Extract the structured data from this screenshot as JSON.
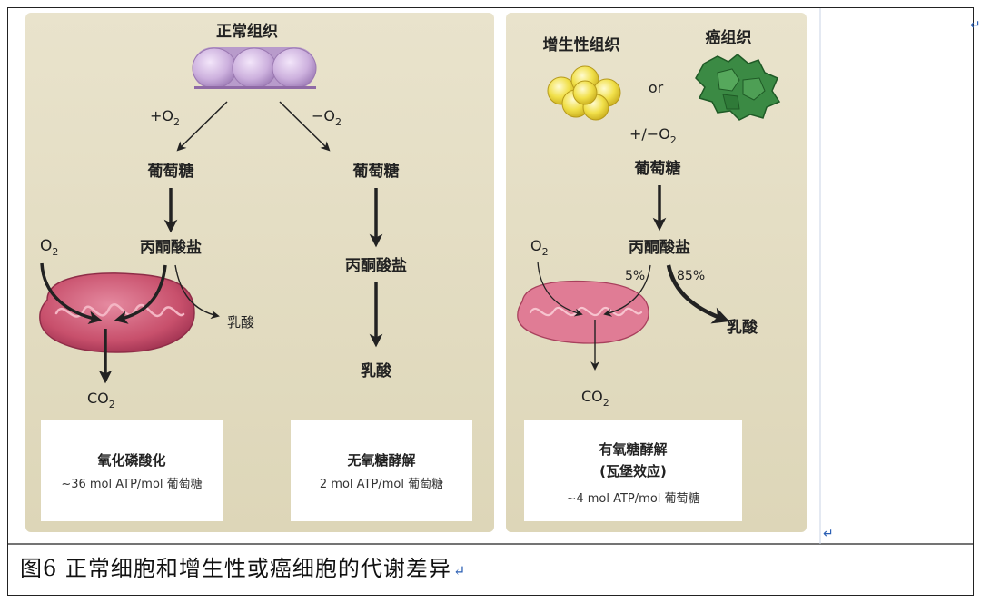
{
  "left_panel": {
    "title": "正常组织",
    "plus_o2": "+O",
    "minus_o2": "−O",
    "o2_sub": "2",
    "glucose_left": "葡萄糖",
    "glucose_right": "葡萄糖",
    "pyruvate_left": "丙酮酸盐",
    "pyruvate_right": "丙酮酸盐",
    "o2_in": "O",
    "lactate_small": "乳酸",
    "lactate_right": "乳酸",
    "co2": "CO",
    "box1_title": "氧化磷酸化",
    "box1_sub": "~36 mol ATP/mol 葡萄糖",
    "box2_title": "无氧糖酵解",
    "box2_sub": "2 mol ATP/mol 葡萄糖"
  },
  "right_panel": {
    "prolif_title": "增生性组织",
    "or": "or",
    "tumor_title": "癌组织",
    "pm_o2": "+/−O",
    "glucose": "葡萄糖",
    "pyruvate": "丙酮酸盐",
    "pct_5": "5%",
    "pct_85": "85%",
    "o2_in": "O",
    "lactate": "乳酸",
    "co2": "CO",
    "box_title_1": "有氧糖酵解",
    "box_title_2": "(瓦堡效应)",
    "box_sub": "~4 mol ATP/mol 葡萄糖"
  },
  "caption": {
    "text": "图6  正常细胞和增生性或癌细胞的代谢差异"
  },
  "colors": {
    "panel_bg": "#e6e0c8",
    "panel_inner": "#dcd6b9",
    "normal_cells": "#cbb0dc",
    "proliferative_cells": "#f0de3a",
    "tumor_cells": "#3f8f46",
    "mitochondrion": "#c64f6a"
  }
}
